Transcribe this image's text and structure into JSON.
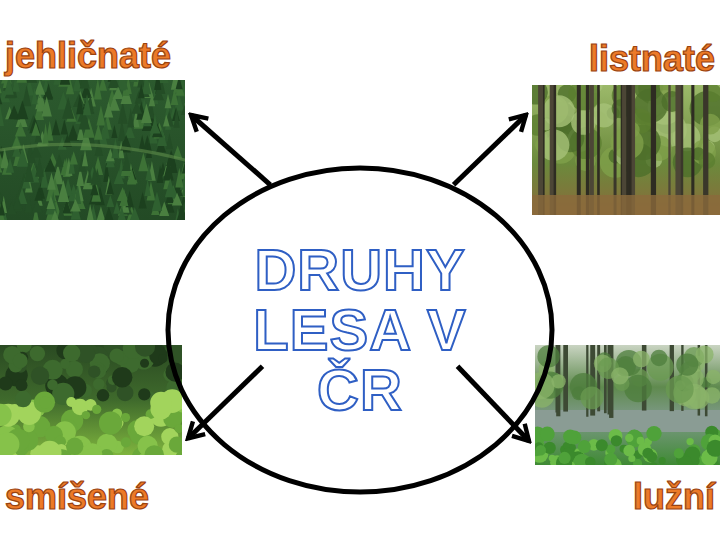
{
  "diagram": {
    "nodes": [
      {
        "text": [
          "jehličnaté"
        ]
      },
      {
        "text": [
          "listnaté"
        ]
      },
      {
        "text": [
          "DRUHY LESA V ČR"
        ]
      },
      {
        "text": [
          "smíšené"
        ]
      },
      {
        "text": [
          "lužní"
        ]
      }
    ],
    "edges": [
      {
        "from": 2,
        "to": 0,
        "arrow": "to"
      },
      {
        "from": 2,
        "to": 1,
        "arrow": "to"
      },
      {
        "from": 2,
        "to": 3,
        "arrow": "to"
      },
      {
        "from": 2,
        "to": 4,
        "arrow": "to"
      }
    ]
  }
}
